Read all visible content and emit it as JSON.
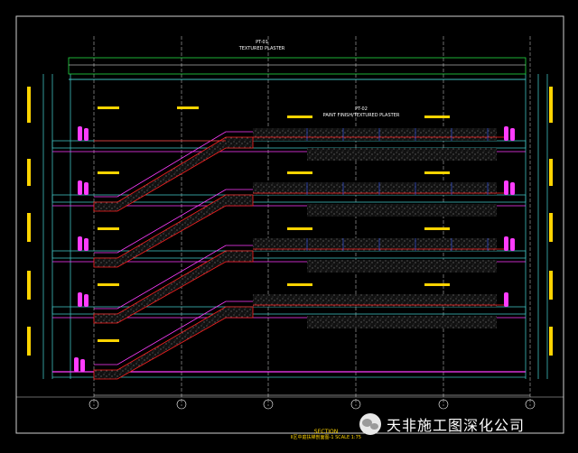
{
  "drawing": {
    "title": "SECTION",
    "subtitle": "Ⅱ区中庭扶梯剖面图-1",
    "scale": "SCALE 1:75",
    "top_note_code": "PT-01",
    "top_note_text": "TEXTURED PLASTER",
    "mid_note_code": "PT-02",
    "mid_note_text": "PAINT FINISH/TEXTURED PLASTER",
    "palette": {
      "background": "#000000",
      "frame": "#cfcfcf",
      "slab": "#3fbfbf",
      "magenta": "#ff3cff",
      "red": "#ff2020",
      "yellow": "#ffd400",
      "green": "#22dd44",
      "blue": "#3a5cff",
      "white": "#ffffff"
    }
  },
  "watermark": {
    "text": "天非施工图深化公司",
    "icon": "wechat-icon"
  }
}
